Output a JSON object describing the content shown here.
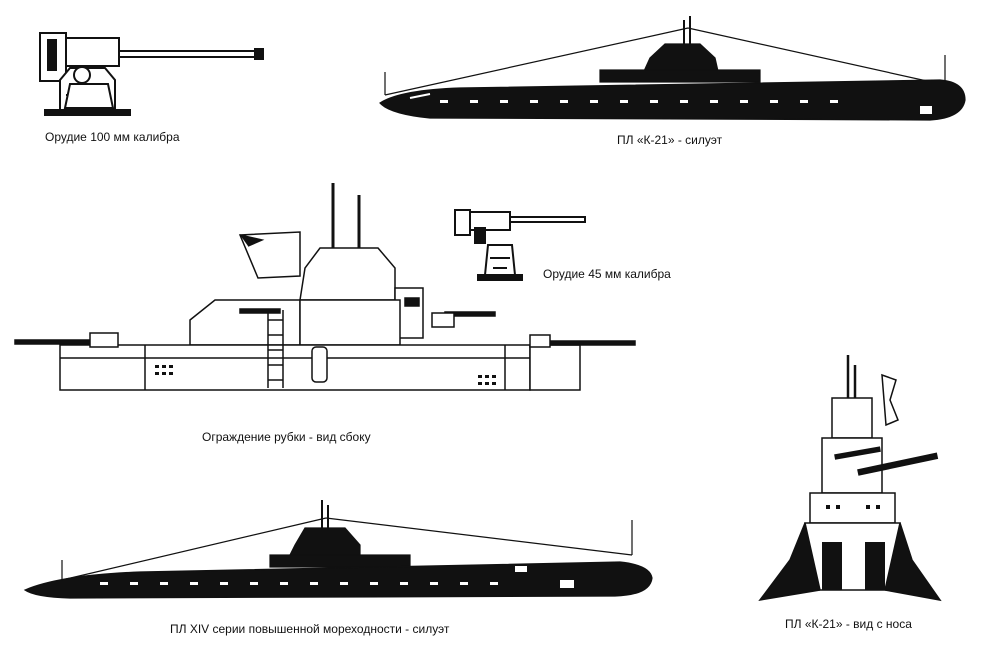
{
  "captions": {
    "gun_100": "Орудие 100 мм калибра",
    "k21_silhouette": "ПЛ «К-21» - силуэт",
    "gun_45": "Орудие 45 мм калибра",
    "conning_side": "Ограждение рубки - вид сбоку",
    "xiv_silhouette": "ПЛ XIV серии повышенной мореходности - силуэт",
    "k21_bow": "ПЛ «К-21» - вид с носа"
  },
  "colors": {
    "ink": "#111111",
    "paper": "#ffffff"
  }
}
